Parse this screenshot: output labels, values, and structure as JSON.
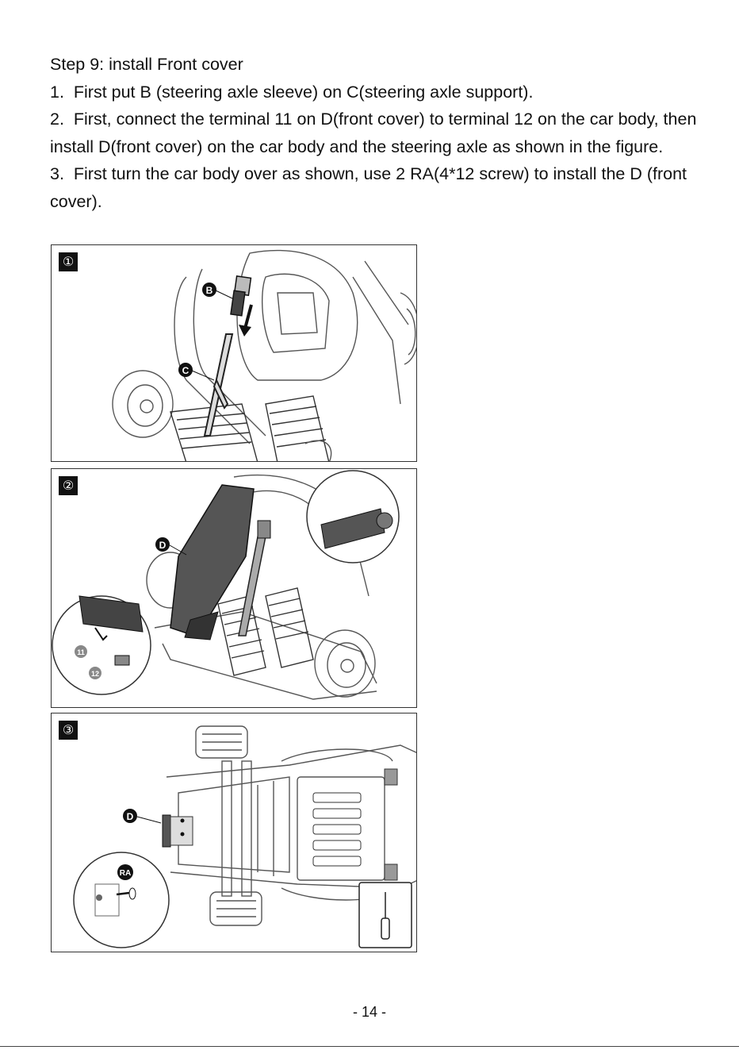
{
  "instructions": {
    "heading": "Step 9: install Front cover",
    "step1": "1.  First put B (steering axle sleeve) on C(steering axle support).",
    "step2": "2.  First, connect the terminal 11 on D(front cover) to terminal 12 on the car body, then install D(front cover) on the car body and the steering axle as shown in the figure.",
    "step3": "3.  First turn the car body over as shown, use 2 RA(4*12 screw) to install the D (front cover)."
  },
  "figures": [
    {
      "badge": "①",
      "callouts": [
        "B",
        "C"
      ]
    },
    {
      "badge": "②",
      "callouts": [
        "D",
        "11",
        "12"
      ]
    },
    {
      "badge": "③",
      "callouts": [
        "D",
        "RA"
      ]
    }
  ],
  "page_number": "- 14 -"
}
